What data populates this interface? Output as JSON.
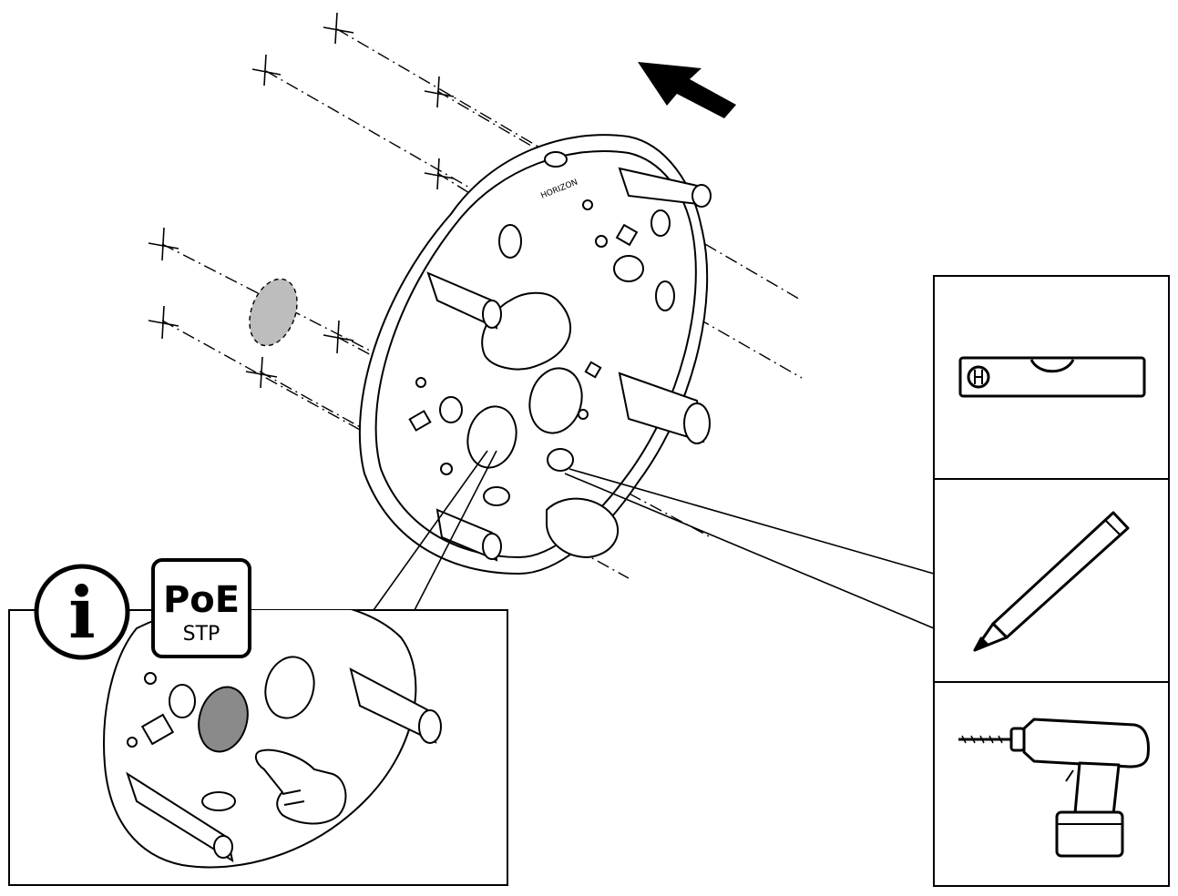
{
  "badges": {
    "info_symbol": "i",
    "poe_title": "PoE",
    "poe_subtitle": "STP"
  },
  "product": {
    "brand_imprint": "HORIZON"
  },
  "tools": [
    {
      "name": "spirit-level",
      "icon": "spirit-level-icon"
    },
    {
      "name": "pencil",
      "icon": "pencil-icon"
    },
    {
      "name": "drill",
      "icon": "drill-icon"
    }
  ],
  "colors": {
    "line": "#000000",
    "highlight_fill": "#8a8a8a",
    "wall_hole_fill": "#bdbdbd"
  }
}
